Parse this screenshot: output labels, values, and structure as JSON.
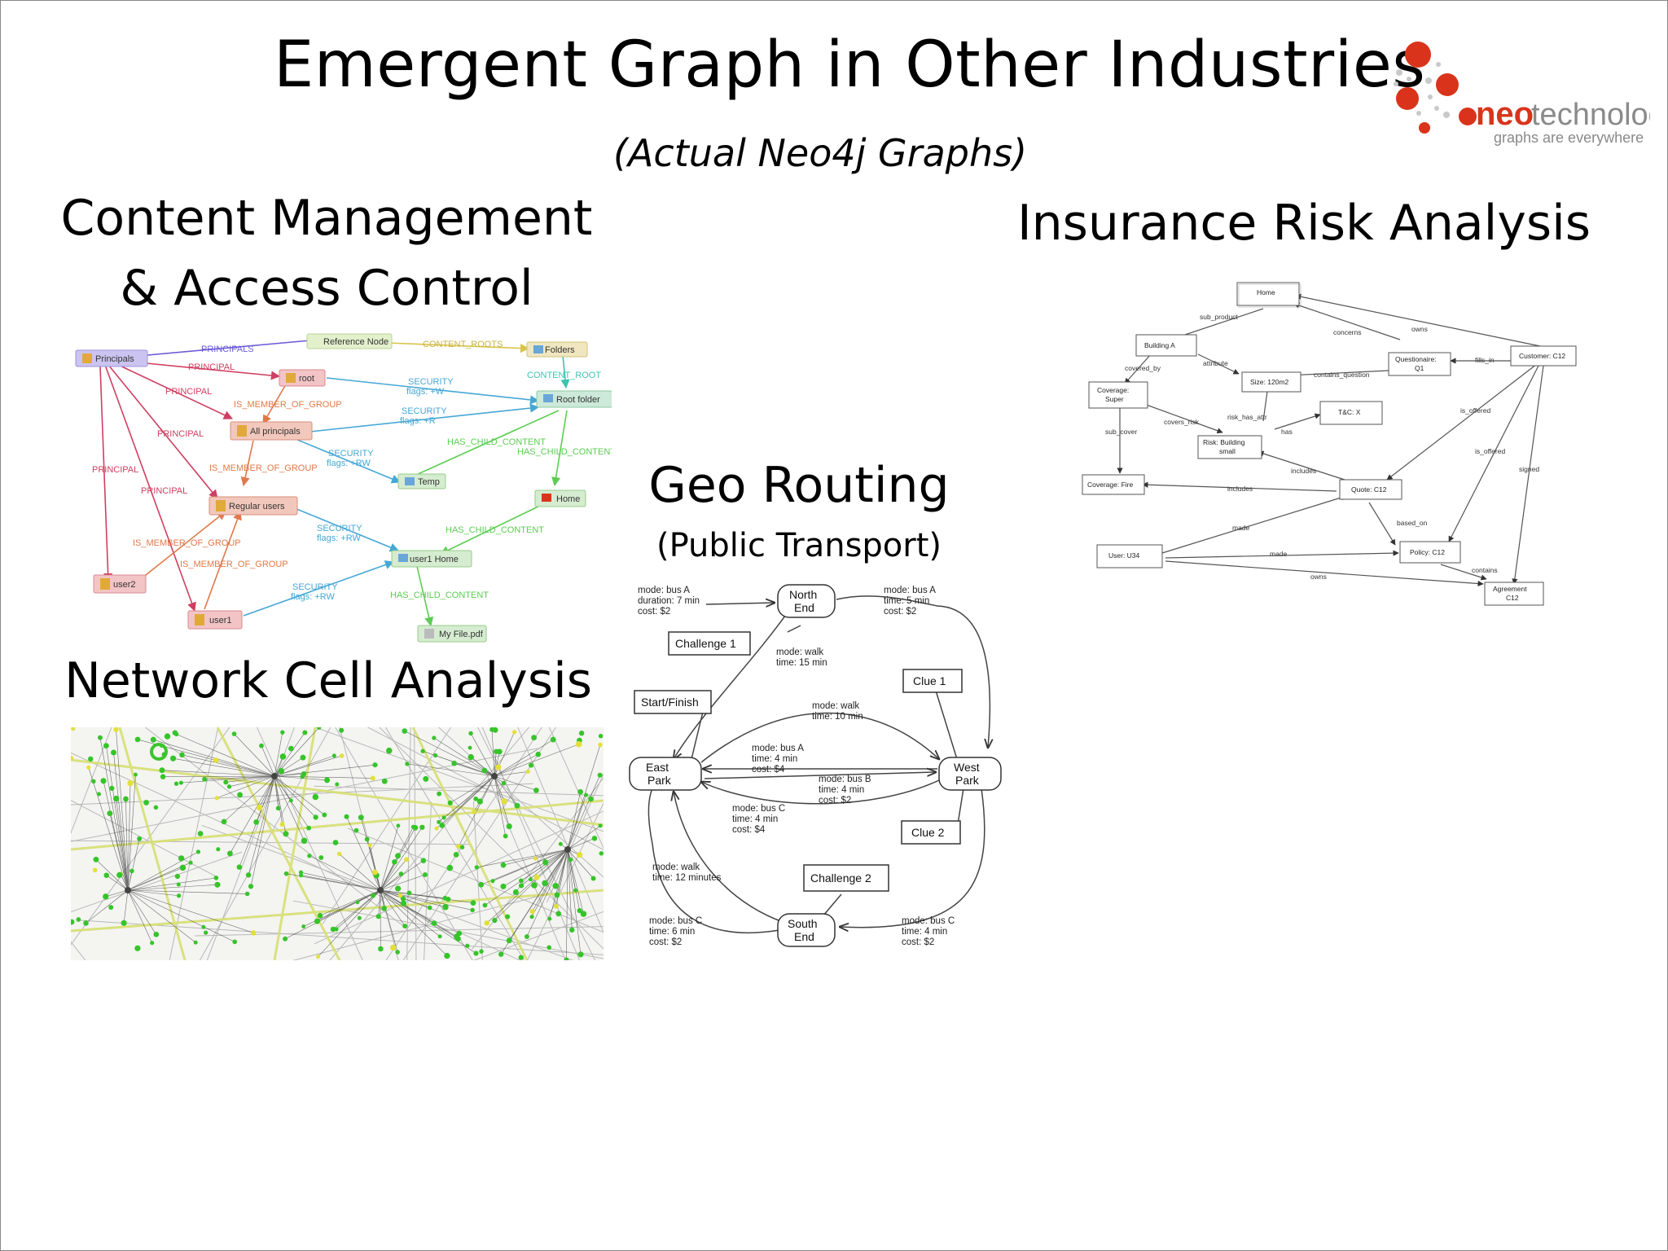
{
  "slide": {
    "title": "Emergent Graph in Other Industries",
    "subtitle": "(Actual Neo4j Graphs)",
    "logo": {
      "word_a": "neo",
      "word_b": "technology",
      "tagline": "graphs are everywhere",
      "dot_color": "#d9341b"
    }
  },
  "sections": {
    "cms": {
      "line1": "Content Management",
      "line2": "& Access Control"
    },
    "insurance": {
      "title": "Insurance Risk Analysis"
    },
    "geo": {
      "title": "Geo Routing",
      "subtitle": "(Public Transport)"
    },
    "network": {
      "title": "Network Cell Analysis"
    }
  },
  "cms_graph": {
    "nodes": {
      "reference": "Reference Node",
      "principals": "Principals",
      "folders": "Folders",
      "root": "root",
      "root_folder": "Root folder",
      "all_principals": "All principals",
      "temp": "Temp",
      "home": "Home",
      "regular_users": "Regular users",
      "user1_home": "user1 Home",
      "user2": "user2",
      "user1": "user1",
      "my_file": "My File.pdf"
    },
    "edges": {
      "principals": "PRINCIPALS",
      "content_roots": "CONTENT_ROOTS",
      "principal": "PRINCIPAL",
      "content_root": "CONTENT_ROOT",
      "security": "SECURITY",
      "flags_w": "flags: +W",
      "flags_r": "flags: +R",
      "flags_rw": "flags: +RW",
      "is_member": "IS_MEMBER_OF_GROUP",
      "has_child": "HAS_CHILD_CONTENT"
    }
  },
  "insurance_graph": {
    "nodes": {
      "home": "Home",
      "building": "Building A",
      "questionaire_a": "Questionaire:",
      "questionaire_b": "Q1",
      "customer": "Customer: C12",
      "coverage_a": "Coverage:",
      "coverage_b": "Super",
      "size": "Size: 120m2",
      "tc": "T&C: X",
      "risk_a": "Risk: Building",
      "risk_b": "small",
      "coverage_fire": "Coverage: Fire",
      "quote": "Quote: C12",
      "user": "User: U34",
      "policy": "Policy: C12",
      "agreement_a": "Agreement",
      "agreement_b": "C12"
    },
    "edges": {
      "sub_product": "sub_product",
      "concerns": "concerns",
      "owns": "owns",
      "covered_by": "covered_by",
      "attribute": "attribute",
      "contains_question": "contains_question",
      "fills_in": "fills_in",
      "risk_has_attr": "risk_has_attr",
      "covers_risk": "covers_risk",
      "has": "has",
      "is_offered": "is_offered",
      "sub_cover": "sub_cover",
      "includes": "includes",
      "signed": "signed",
      "made": "made",
      "based_on": "based_on",
      "contains": "contains"
    }
  },
  "geo_graph": {
    "nodes": {
      "north_a": "North",
      "north_b": "End",
      "challenge1": "Challenge 1",
      "start": "Start/Finish",
      "clue1": "Clue 1",
      "east_a": "East",
      "east_b": "Park",
      "west_a": "West",
      "west_b": "Park",
      "clue2": "Clue 2",
      "challenge2": "Challenge 2",
      "south_a": "South",
      "south_b": "End"
    },
    "edges": {
      "e1": [
        "mode: bus A",
        "duration: 7 min",
        "cost: $2"
      ],
      "e2": [
        "mode: bus A",
        "time: 5 min",
        "cost: $2"
      ],
      "e3": [
        "mode: walk",
        "time: 15 min"
      ],
      "e4": [
        "mode: walk",
        "time: 10 min"
      ],
      "e5": [
        "mode: bus A",
        "time: 4 min",
        "cost: $4"
      ],
      "e6": [
        "mode: bus B",
        "time: 4 min",
        "cost: $2"
      ],
      "e7": [
        "mode: bus C",
        "time: 4 min",
        "cost: $4"
      ],
      "e8": [
        "mode: walk",
        "time: 12 minutes"
      ],
      "e9": [
        "mode: bus C",
        "time: 6 min",
        "cost: $2"
      ],
      "e10": [
        "mode: bus C",
        "time: 4 min",
        "cost: $2"
      ]
    }
  }
}
